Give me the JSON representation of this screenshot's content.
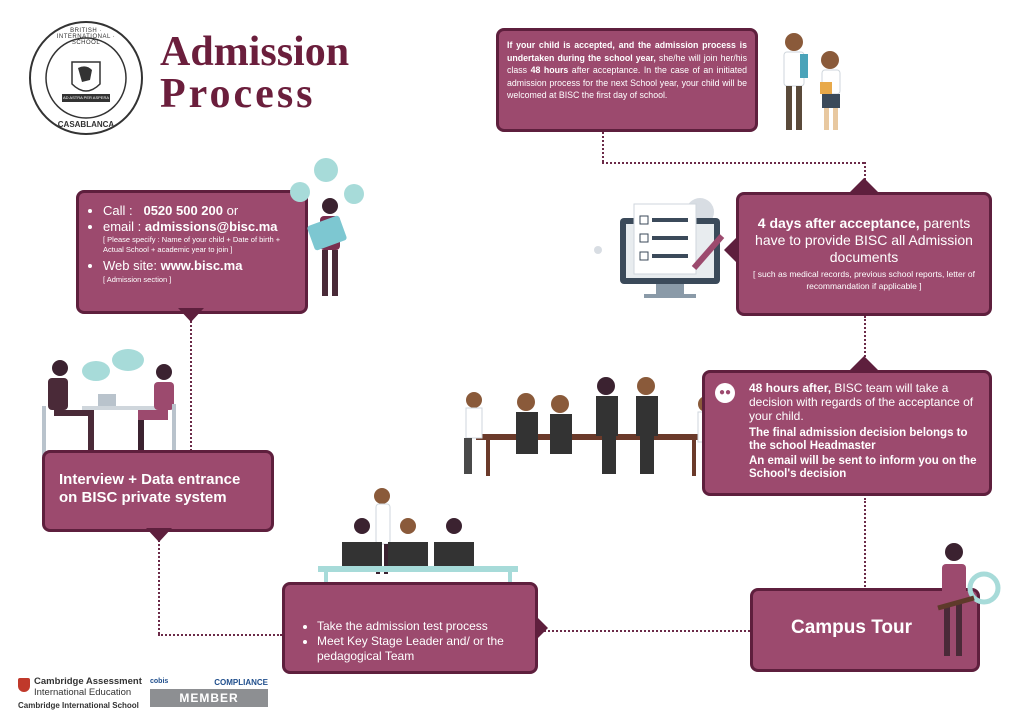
{
  "header": {
    "title_line1": "Admission",
    "title_line2": "Process",
    "logo_top": "BRITISH · INTERNATIONAL · SCHOOL",
    "logo_motto": "AD ASTRA PER ASPERA",
    "logo_bottom": "CASABLANCA"
  },
  "contact": {
    "call_label": "Call :",
    "phone": "0520 500 200",
    "or": "or",
    "email_label": "email :",
    "email": "admissions@bisc.ma",
    "email_note": "[ Please specify : Name of your child + Date of birth + Actual School + academic year to join ]",
    "web_label": "Web site:",
    "web": "www.bisc.ma",
    "web_note": "[ Admission section ]"
  },
  "interview": {
    "text": "Interview + Data entrance on BISC private system"
  },
  "test": {
    "item1": "Take the admission test process",
    "item2": "Meet Key Stage Leader and/ or the pedagogical Team"
  },
  "campus": {
    "text": "Campus Tour"
  },
  "decision": {
    "bold_lead": "48 hours after,",
    "text": " BISC team will take a decision with regards of the acceptance of your child.",
    "line2": "The final admission decision belongs to the school Headmaster",
    "line3": "An email will be sent to inform you on the School's decision"
  },
  "documents": {
    "bold_lead": "4 days after acceptance,",
    "text": " parents have to provide BISC all Admission documents",
    "note": "[ such as medical records, previous school reports, letter of recommandation if applicable ]"
  },
  "accepted": {
    "bold_lead": "If your child is accepted, and the admission process is undertaken during the school year,",
    "text1": " she/he will join her/his class ",
    "hours": "48 hours",
    "text2": " after acceptance. In the case of an initiated admission process for the next School year, your child will be welcomed at BISC the first day of school."
  },
  "footer": {
    "cambridge_line1": "Cambridge Assessment",
    "cambridge_line2": "International Education",
    "cambridge_line3": "Cambridge International School",
    "cobis": "cobis",
    "compliance": "COMPLIANCE",
    "member": "MEMBER"
  },
  "colors": {
    "box_fill": "#9c4a6e",
    "box_border": "#5e1f3d",
    "title": "#6b1e3c"
  }
}
